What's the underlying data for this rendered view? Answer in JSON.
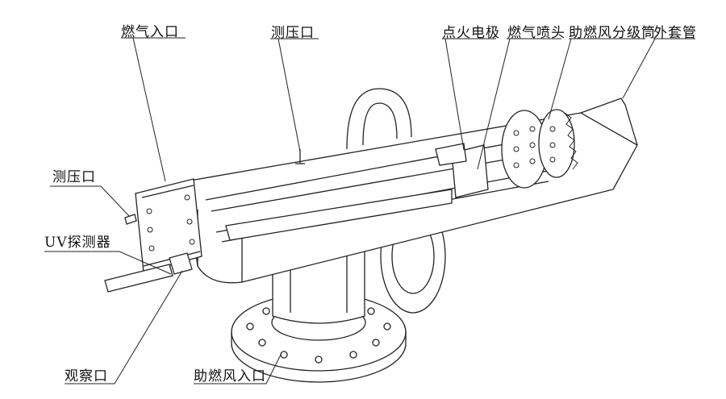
{
  "diagram": {
    "labels": {
      "gas_inlet": "燃气入口",
      "pressure_port_top": "测压口",
      "ignition_electrode": "点火电极",
      "gas_nozzle": "燃气喷头",
      "air_staging_cylinder": "助燃风分级筒",
      "outer_casing": "外套管",
      "pressure_port_left": "测压口",
      "uv_detector": "UV探测器",
      "observation_port": "观察口",
      "combustion_air_inlet": "助燃风入口"
    }
  }
}
